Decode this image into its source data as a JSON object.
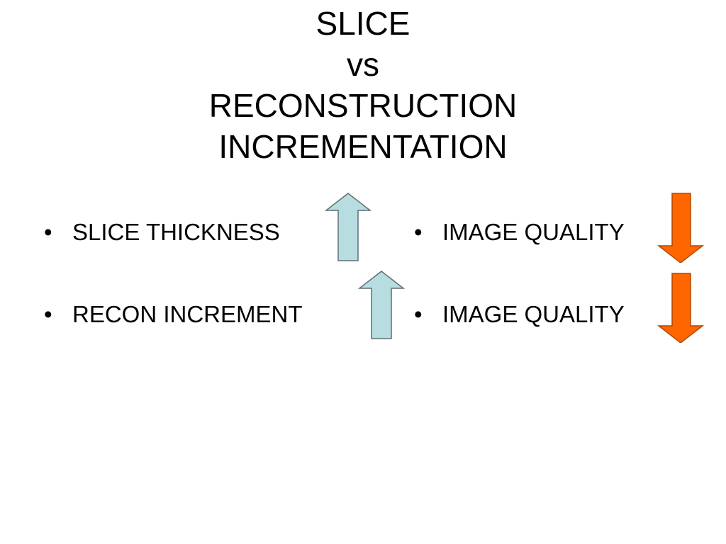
{
  "slide": {
    "title_lines": [
      "SLICE",
      "vs",
      "RECONSTRUCTION",
      "INCREMENTATION"
    ],
    "bullet_glyph": "•",
    "left_column": [
      {
        "text": "SLICE THICKNESS",
        "arrow": "arrow-up-icon"
      },
      {
        "text": "RECON INCREMENT",
        "arrow": "arrow-up-icon"
      }
    ],
    "right_column": [
      {
        "text": "IMAGE QUALITY",
        "arrow": "arrow-down-icon"
      },
      {
        "text": "IMAGE QUALITY",
        "arrow": "arrow-down-icon"
      }
    ],
    "colors": {
      "up_arrow_fill": "#b7dde1",
      "up_arrow_stroke": "#5f6f73",
      "down_arrow_fill": "#ff6600",
      "down_arrow_stroke": "#b34700",
      "text": "#000000",
      "background": "#ffffff"
    }
  }
}
